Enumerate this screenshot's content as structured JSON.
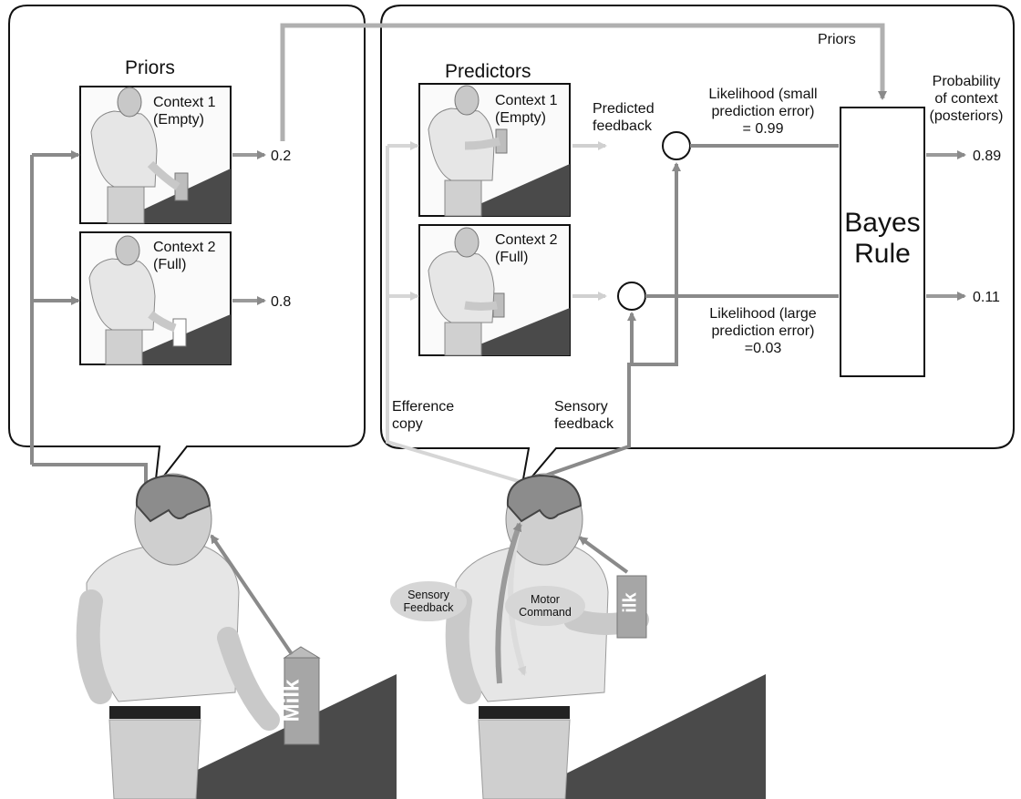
{
  "priors_panel": {
    "title": "Priors",
    "context1": [
      "Context 1",
      "(Empty)"
    ],
    "context2": [
      "Context 2",
      "(Full)"
    ],
    "prior1": "0.2",
    "prior2": "0.8"
  },
  "predictors_panel": {
    "title": "Predictors",
    "priors_label": "Priors",
    "context1": [
      "Context 1",
      "(Empty)"
    ],
    "context2": [
      "Context 2",
      "(Full)"
    ],
    "predicted_feedback": [
      "Predicted",
      "feedback"
    ],
    "likelihood1": [
      "Likelihood (small",
      "prediction error)",
      "=  0.99"
    ],
    "likelihood2": [
      "Likelihood (large",
      "prediction error)",
      "=0.03"
    ],
    "bayes": [
      "Bayes",
      "Rule"
    ],
    "probability_label": [
      "Probability",
      "of context",
      "(posteriors)"
    ],
    "posterior1": "0.89",
    "posterior2": "0.11",
    "efference_copy": [
      "Efference",
      "copy"
    ],
    "sensory_feedback": [
      "Sensory",
      "feedback"
    ]
  },
  "figures": {
    "left_carton": "Milk",
    "right_carton": "ilk",
    "bubble_sensory": [
      "Sensory",
      "Feedback"
    ],
    "bubble_motor": [
      "Motor",
      "Command"
    ]
  },
  "colors": {
    "arrow_dark": "#8a8a8a",
    "arrow_light": "#d3d3d3",
    "table": "#4a4a4a",
    "carton": "#a6a6a6",
    "skin": "#c9c9c9",
    "shirt": "#e8e8e8"
  }
}
